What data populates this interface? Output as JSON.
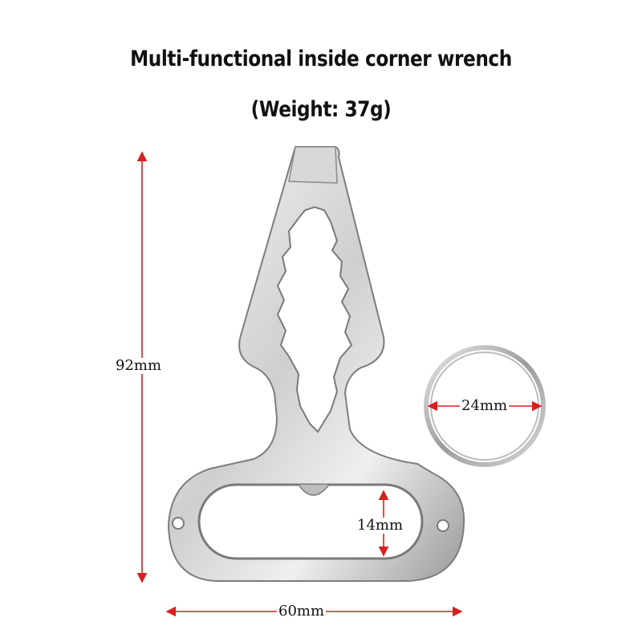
{
  "title": "Multi-functional inside corner wrench",
  "subtitle": "(Weight: 37g)",
  "dimensions": {
    "height": "92mm",
    "width": "60mm",
    "inner_hole": "14mm",
    "ring_diameter": "24mm"
  },
  "colors": {
    "arrow": "#d92020",
    "metal_light": "#eeeeee",
    "metal_dark": "#8a8a8a"
  }
}
